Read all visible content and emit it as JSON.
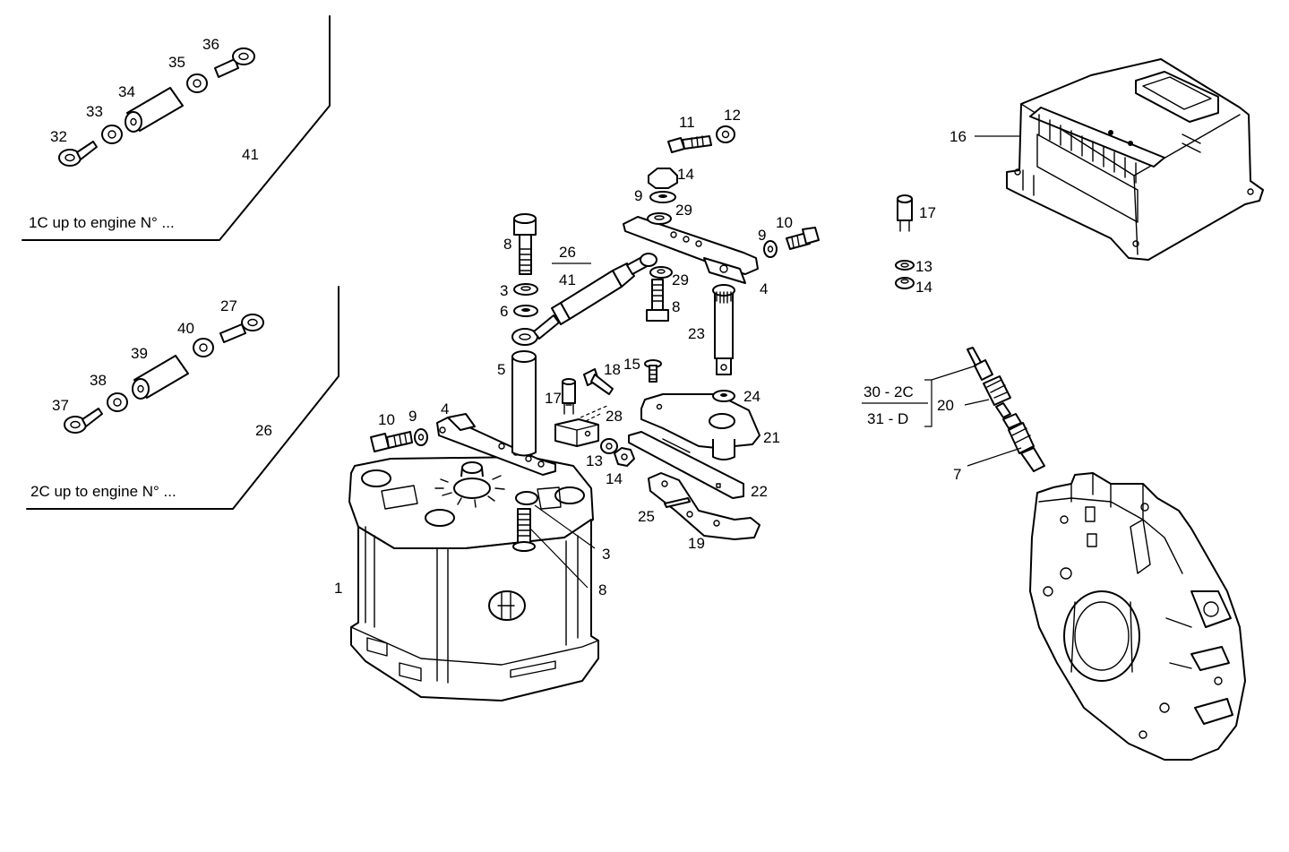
{
  "inset_top": {
    "caption": "1C up to engine N° ...",
    "group_label": "41",
    "part_labels": [
      "32",
      "33",
      "34",
      "35",
      "36"
    ]
  },
  "inset_bottom": {
    "caption": "2C up to engine N° ...",
    "group_label": "26",
    "part_labels": [
      "37",
      "38",
      "39",
      "40",
      "27"
    ]
  },
  "fraction": {
    "numerator": "26",
    "denominator": "41"
  },
  "bracket": {
    "top": "30 - 2C",
    "bottom": "31 - D",
    "target": "20"
  },
  "callouts": {
    "c1": "1",
    "c3a": "3",
    "c3b": "3",
    "c4a": "4",
    "c4b": "4",
    "c5": "5",
    "c6": "6",
    "c7": "7",
    "c8a": "8",
    "c8b": "8",
    "c8c": "8",
    "c9a": "9",
    "c9b": "9",
    "c9c": "9",
    "c10a": "10",
    "c10b": "10",
    "c11": "11",
    "c12": "12",
    "c13a": "13",
    "c13b": "13",
    "c14a": "14",
    "c14b": "14",
    "c14c": "14",
    "c15": "15",
    "c16": "16",
    "c17a": "17",
    "c17b": "17",
    "c18": "18",
    "c19": "19",
    "c21": "21",
    "c22": "22",
    "c23": "23",
    "c24": "24",
    "c25": "25",
    "c28": "28",
    "c29a": "29",
    "c29b": "29"
  }
}
